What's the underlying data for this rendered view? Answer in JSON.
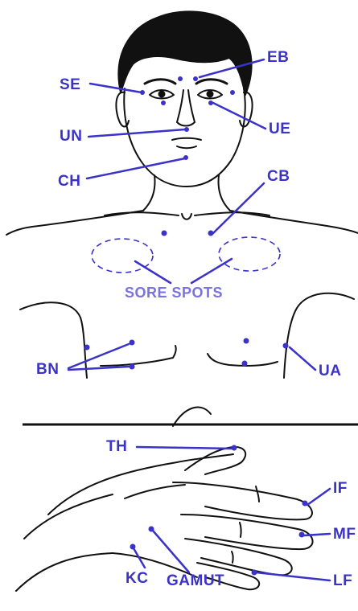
{
  "colors": {
    "point": "#3b32c8",
    "label": "#3b32c8",
    "sore": "#7a72e0",
    "outline": "#111111"
  },
  "labels": {
    "se": "SE",
    "eb": "EB",
    "ue": "UE",
    "un": "UN",
    "ch": "CH",
    "cb": "CB",
    "sore_spots": "SORE SPOTS",
    "bn": "BN",
    "ua": "UA",
    "th": "TH",
    "if": "IF",
    "mf": "MF",
    "lf": "LF",
    "kc": "KC",
    "gamut": "GAMUT"
  }
}
